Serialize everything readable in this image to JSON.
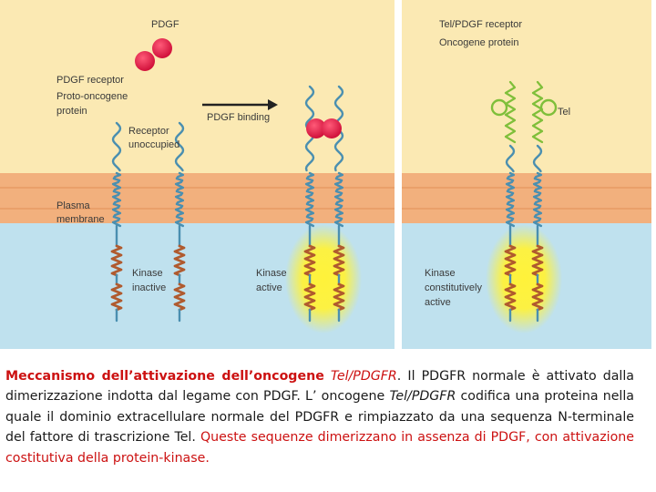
{
  "figure": {
    "labels": {
      "pdgf": "PDGF",
      "pdgf_receptor": "PDGF receptor",
      "proto_oncogene_1": "Proto-oncogene",
      "proto_oncogene_2": "protein",
      "receptor_unoccupied_1": "Receptor",
      "receptor_unoccupied_2": "unoccupied",
      "pdgf_binding": "PDGF binding",
      "plasma_membrane_1": "Plasma",
      "plasma_membrane_2": "membrane",
      "kinase_inactive_1": "Kinase",
      "kinase_inactive_2": "inactive",
      "kinase_active_1": "Kinase",
      "kinase_active_2": "active",
      "tel_pdgf_receptor": "Tel/PDGF receptor",
      "oncogene_protein": "Oncogene protein",
      "tel": "Tel",
      "kinase_const_1": "Kinase",
      "kinase_const_2": "constitutively",
      "kinase_const_3": "active"
    },
    "colors": {
      "extracellular": "#fbe9b3",
      "membrane": "#f2b07d",
      "cytoplasm": "#bfe1ee",
      "receptor": "#4a8fb0",
      "ligand": "#e01e43",
      "kinase": "#b05a2e",
      "tel": "#7fbf3a",
      "glow": "#fff23a"
    }
  },
  "caption": {
    "title_bold": "Meccanismo dell’attivazione dell’oncogene",
    "title_italic": "Tel/PDGFR",
    "title_end": ".",
    "body_1": "Il PDGFR normale è attivato dalla dimerizzazione indotta dal legame con PDGF. L’ oncogene",
    "body_italic": "Tel/PDGFR",
    "body_2": "codifica una  proteina nella quale il dominio extracellulare normale del PDGFR e rimpiazzato  da una sequenza N-terminale del fattore di trascrizione Tel.",
    "body_red": "Queste sequenze dimerizzano in assenza di PDGF, con attivazione costitutiva  della protein-kinase."
  }
}
